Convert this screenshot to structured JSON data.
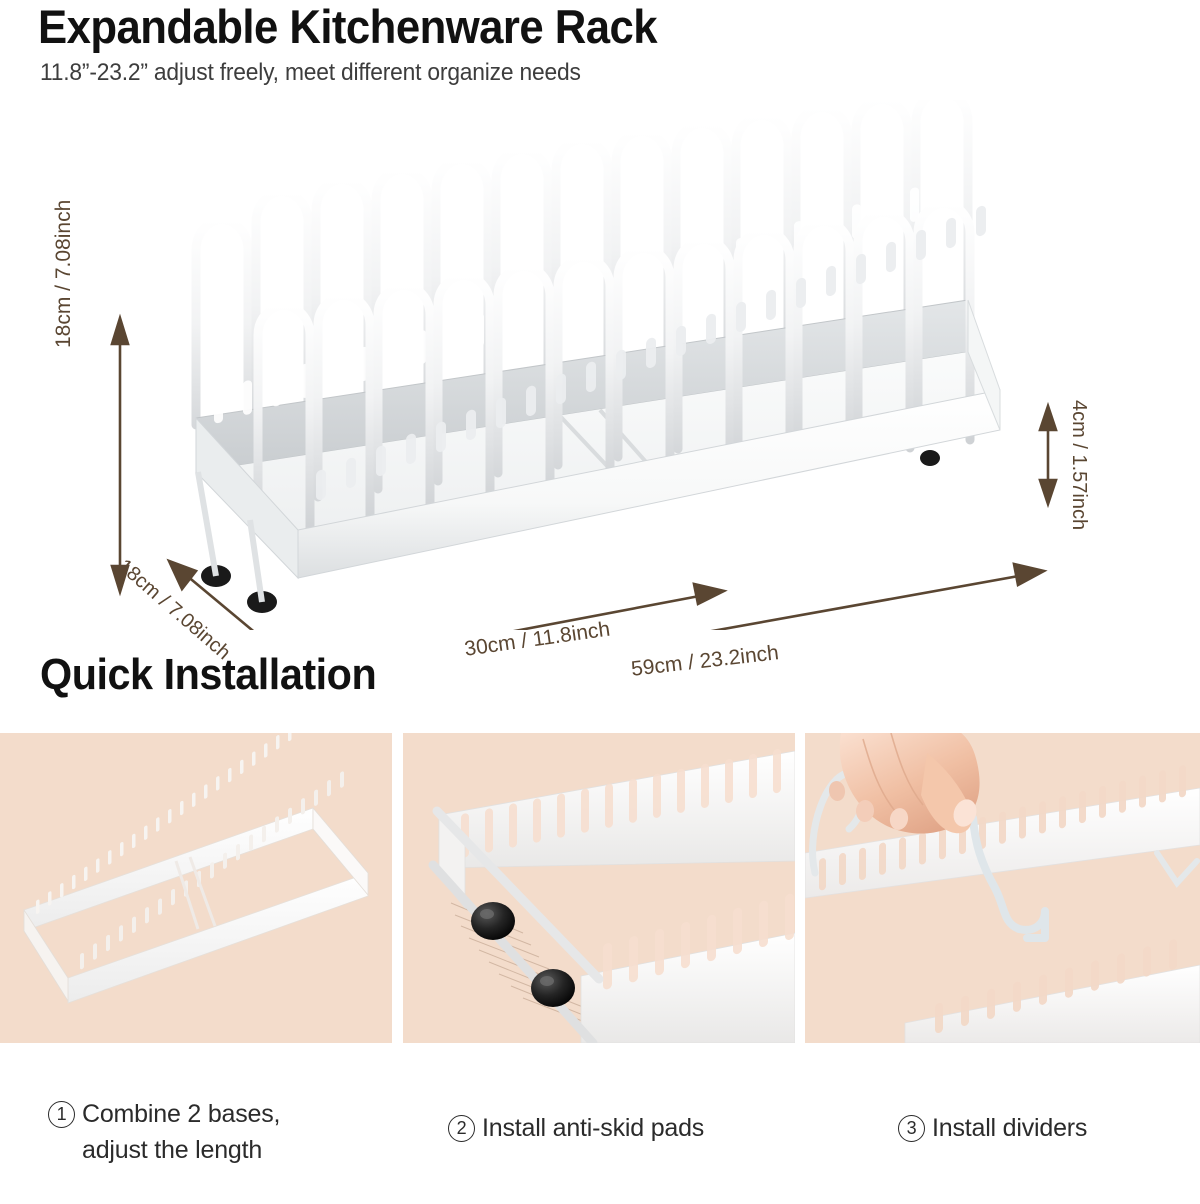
{
  "header": {
    "title": "Expandable Kitchenware Rack",
    "subtitle": "11.8”-23.2” adjust freely, meet different organize needs"
  },
  "hero": {
    "product_name": "expandable-kitchenware-rack",
    "dimensions": {
      "height": "18cm / 7.08inch",
      "depth": "18cm / 7.08inch",
      "width_min": "30cm / 11.8inch",
      "width_max": "59cm / 23.2inch",
      "base_height": "4cm / 1.57inch"
    }
  },
  "install": {
    "section_title": "Quick Installation",
    "steps": [
      {
        "number": "1",
        "line1": "Combine 2 bases,",
        "line2": "adjust the length",
        "image_alt": "two-white-rack-bases-combined-frame"
      },
      {
        "number": "2",
        "line1": "Install anti-skid pads",
        "line2": "",
        "image_alt": "black-anti-skid-pads-on-rack-rod"
      },
      {
        "number": "3",
        "line1": "Install dividers",
        "line2": "",
        "image_alt": "hand-inserting-white-wire-divider"
      }
    ]
  },
  "colors": {
    "title": "#111111",
    "subtitle": "#3d3d3d",
    "dimension_arrow": "#5a4632",
    "panel_background": "#f3dccb",
    "page_background": "#ffffff",
    "product_white": "#ffffff",
    "pad_black": "#1a1a1a",
    "skin": "#f0c4ab"
  }
}
